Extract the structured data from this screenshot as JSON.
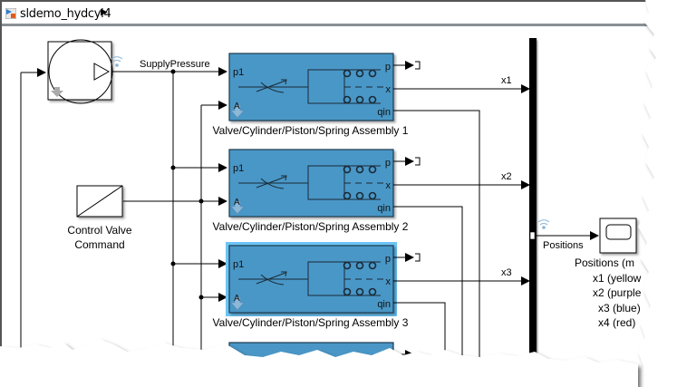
{
  "window": {
    "title": "sldemo_hydcyl4",
    "breadcrumb_arrow": "▶"
  },
  "colors": {
    "block_fill": "#4a97c7",
    "block_border": "#1f3a4d",
    "selected_glow": "#6cc4f5",
    "wire": "#000000",
    "bus_bar": "#000000"
  },
  "source_block": {
    "signal_label": "SupplyPressure"
  },
  "control_block": {
    "label_line1": "Control Valve",
    "label_line2": "Command"
  },
  "assemblies": [
    {
      "label": "Valve/Cylinder/Piston/Spring Assembly 1",
      "in_port": "p1",
      "in_port2": "A",
      "out_ports": [
        "p",
        "x",
        "qin"
      ],
      "signal": "x1",
      "selected": false
    },
    {
      "label": "Valve/Cylinder/Piston/Spring Assembly 2",
      "in_port": "p1",
      "in_port2": "A",
      "out_ports": [
        "p",
        "x",
        "qin"
      ],
      "signal": "x2",
      "selected": false
    },
    {
      "label": "Valve/Cylinder/Piston/Spring Assembly 3",
      "in_port": "p1",
      "in_port2": "A",
      "out_ports": [
        "p",
        "x",
        "qin"
      ],
      "signal": "x3",
      "selected": true
    }
  ],
  "scope": {
    "signal_label": "Positions",
    "label_lines": [
      "Positions (m",
      "x1 (yellow",
      "x2 (purple",
      "x3 (blue)",
      "x4 (red)"
    ]
  }
}
